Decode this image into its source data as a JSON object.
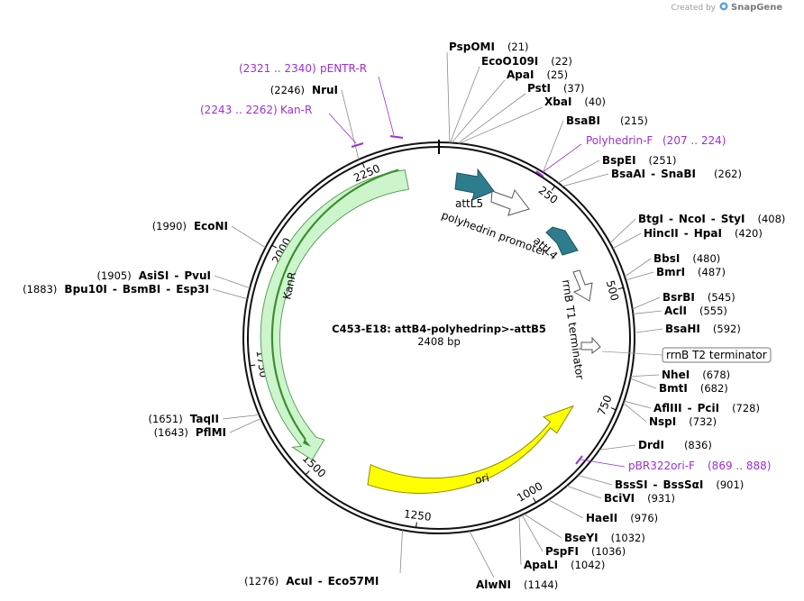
{
  "header": {
    "credit_prefix": "Created by",
    "brand": "SnapGene",
    "brand_icon": "snapgene-logo-icon"
  },
  "plasmid": {
    "name": "C453-E18: attB4-polyhedrinp>-attB5",
    "length_label": "2408 bp",
    "length": 2408
  },
  "ticks": [
    {
      "pos": 250,
      "label": "250"
    },
    {
      "pos": 500,
      "label": "500"
    },
    {
      "pos": 750,
      "label": "750"
    },
    {
      "pos": 1000,
      "label": "1000"
    },
    {
      "pos": 1250,
      "label": "1250"
    },
    {
      "pos": 1500,
      "label": "1500"
    },
    {
      "pos": 1750,
      "label": "1750"
    },
    {
      "pos": 2000,
      "label": "2000"
    },
    {
      "pos": 2250,
      "label": "2250"
    }
  ],
  "sites": [
    {
      "id": "pspomi",
      "names": [
        "PspOMI"
      ],
      "pos": "(21)"
    },
    {
      "id": "ecoo109i",
      "names": [
        "EcoO109I"
      ],
      "pos": "(22)"
    },
    {
      "id": "apai",
      "names": [
        "ApaI"
      ],
      "pos": "(25)"
    },
    {
      "id": "psti",
      "names": [
        "PstI"
      ],
      "pos": "(37)"
    },
    {
      "id": "xbai",
      "names": [
        "XbaI"
      ],
      "pos": "(40)"
    },
    {
      "id": "bsabi",
      "names": [
        "BsaBI"
      ],
      "pos": "(215)"
    },
    {
      "id": "bspei",
      "names": [
        "BspEI"
      ],
      "pos": "(251)"
    },
    {
      "id": "bsaai",
      "names": [
        "BsaAI",
        "SnaBI"
      ],
      "pos": "(262)"
    },
    {
      "id": "btgi",
      "names": [
        "BtgI",
        "NcoI",
        "StyI"
      ],
      "pos": "(408)"
    },
    {
      "id": "hincii",
      "names": [
        "HincII",
        "HpaI"
      ],
      "pos": "(420)"
    },
    {
      "id": "bbsi",
      "names": [
        "BbsI"
      ],
      "pos": "(480)"
    },
    {
      "id": "bmri",
      "names": [
        "BmrI"
      ],
      "pos": "(487)"
    },
    {
      "id": "bsrbi",
      "names": [
        "BsrBI"
      ],
      "pos": "(545)"
    },
    {
      "id": "acli",
      "names": [
        "AclI"
      ],
      "pos": "(555)"
    },
    {
      "id": "bsahi",
      "names": [
        "BsaHI"
      ],
      "pos": "(592)"
    },
    {
      "id": "nhei",
      "names": [
        "NheI"
      ],
      "pos": "(678)"
    },
    {
      "id": "bmti",
      "names": [
        "BmtI"
      ],
      "pos": "(682)"
    },
    {
      "id": "afliii",
      "names": [
        "AflIII",
        "PciI"
      ],
      "pos": "(728)"
    },
    {
      "id": "nspi",
      "names": [
        "NspI"
      ],
      "pos": "(732)"
    },
    {
      "id": "drdi",
      "names": [
        "DrdI"
      ],
      "pos": "(836)"
    },
    {
      "id": "bsssi",
      "names": [
        "BssSI",
        "BssSαI"
      ],
      "pos": "(901)"
    },
    {
      "id": "bcivi",
      "names": [
        "BciVI"
      ],
      "pos": "(931)"
    },
    {
      "id": "haeii",
      "names": [
        "HaeII"
      ],
      "pos": "(976)"
    },
    {
      "id": "bseyi",
      "names": [
        "BseYI"
      ],
      "pos": "(1032)"
    },
    {
      "id": "pspfi",
      "names": [
        "PspFI"
      ],
      "pos": "(1036)"
    },
    {
      "id": "apali",
      "names": [
        "ApaLI"
      ],
      "pos": "(1042)"
    },
    {
      "id": "alwni",
      "names": [
        "AlwNI"
      ],
      "pos": "(1144)"
    },
    {
      "id": "acui",
      "names": [
        "AcuI",
        "Eco57MI"
      ],
      "pos": "(1276)"
    },
    {
      "id": "pflmi",
      "names": [
        "PflMI"
      ],
      "pos": "(1643)"
    },
    {
      "id": "taqii",
      "names": [
        "TaqII"
      ],
      "pos": "(1651)"
    },
    {
      "id": "bpu10i",
      "names": [
        "Bpu10I",
        "BsmBI",
        "Esp3I"
      ],
      "pos": "(1883)"
    },
    {
      "id": "asisi",
      "names": [
        "AsiSI",
        "PvuI"
      ],
      "pos": "(1905)"
    },
    {
      "id": "econi",
      "names": [
        "EcoNI"
      ],
      "pos": "(1990)"
    },
    {
      "id": "nrui",
      "names": [
        "NruI"
      ],
      "pos": "(2246)"
    }
  ],
  "primers": [
    {
      "id": "pentr-r",
      "name": "pENTR-R",
      "range": "(2321 .. 2340)"
    },
    {
      "id": "kan-r",
      "name": "Kan-R",
      "range": "(2243 .. 2262)"
    },
    {
      "id": "polyhedrin-f",
      "name": "Polyhedrin-F",
      "range": "(207 .. 224)"
    },
    {
      "id": "pbr322ori-f",
      "name": "pBR322ori-F",
      "range": "(869 .. 888)"
    }
  ],
  "features": {
    "attl5": "attL5",
    "polyhedrin_promoter": "polyhedrin promoter",
    "attl4": "attL4",
    "rrnb_t1": "rrnB T1 terminator",
    "rrnb_t2": "rrnB T2 terminator",
    "ori": "ori",
    "kanr": "KanR"
  },
  "colors": {
    "primer": "#9b2fd6",
    "kanr_fill": "#ccf5cc",
    "kanr_stroke": "#5f9e5f",
    "ori_fill": "#ffff00",
    "ori_stroke": "#8a8a00",
    "att_fill": "#2e7d8c",
    "orf_outline": "#4caf50"
  }
}
